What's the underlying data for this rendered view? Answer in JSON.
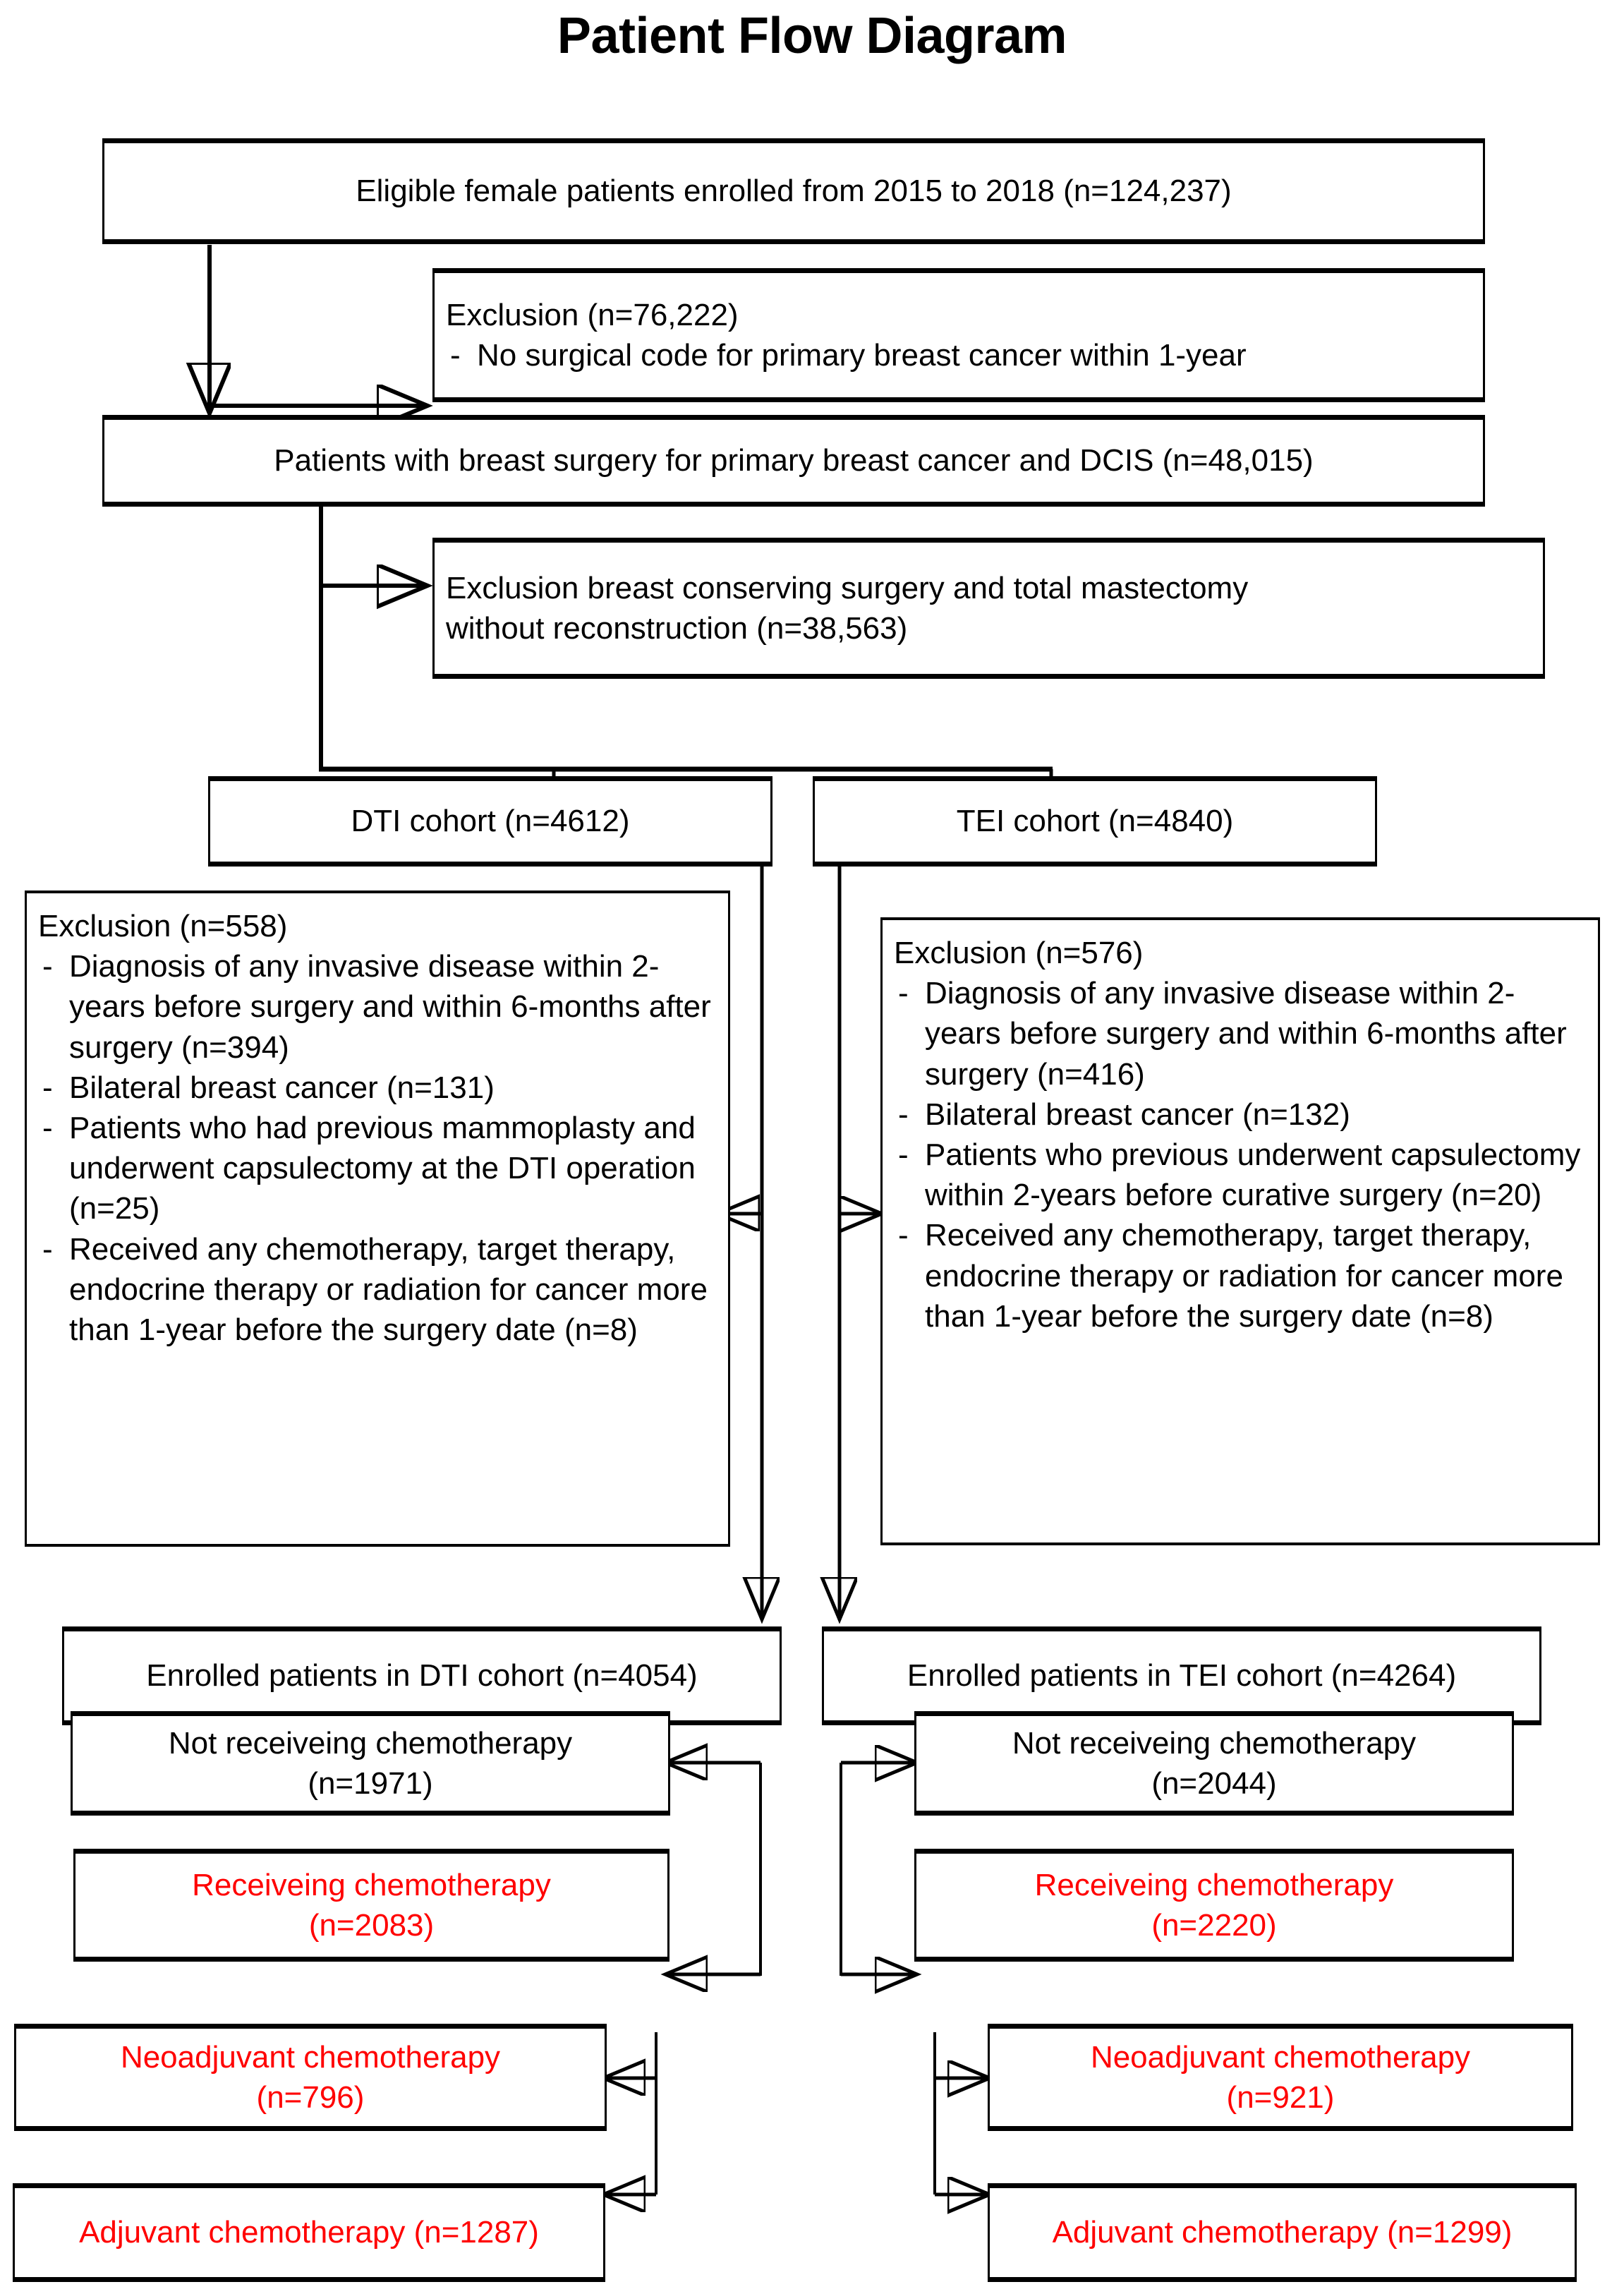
{
  "title": "Patient Flow Diagram",
  "colors": {
    "text": "#000000",
    "highlight": "#FF0000",
    "border": "#000000",
    "background": "#FFFFFF"
  },
  "nodes": {
    "eligible": "Eligible female patients enrolled from 2015 to 2018 (n=124,237)",
    "exclusion1_head": "Exclusion (n=76,222)",
    "exclusion1_items": [
      "No surgical code for primary breast cancer within 1-year"
    ],
    "breast_surgery": "Patients with breast surgery for primary breast cancer and DCIS (n=48,015)",
    "exclusion2_line1": "Exclusion breast conserving surgery and total mastectomy",
    "exclusion2_line2": "without reconstruction (n=38,563)",
    "dti_cohort": "DTI cohort (n=4612)",
    "tei_cohort": "TEI cohort (n=4840)",
    "dti_exclusion_head": "Exclusion (n=558)",
    "dti_exclusion_items": [
      "Diagnosis of any invasive disease within 2-years before surgery and within 6-months after surgery (n=394)",
      "Bilateral breast cancer (n=131)",
      "Patients who had previous mammoplasty and underwent capsulectomy at the DTI operation (n=25)",
      "Received any chemotherapy, target therapy, endocrine therapy or radiation for cancer more than 1-year before the surgery date (n=8)"
    ],
    "tei_exclusion_head": "Exclusion (n=576)",
    "tei_exclusion_items": [
      "Diagnosis of any invasive disease within 2-years before surgery and within 6-months after surgery (n=416)",
      "Bilateral breast cancer (n=132)",
      "Patients who previous underwent capsulectomy within 2-years before curative surgery (n=20)",
      "Received any chemotherapy, target therapy, endocrine therapy or radiation for cancer more than 1-year before the surgery date (n=8)"
    ],
    "dti_enrolled": "Enrolled patients in DTI cohort (n=4054)",
    "tei_enrolled": "Enrolled patients in TEI cohort (n=4264)",
    "dti_no_chemo_line1": "Not receiveing chemotherapy",
    "dti_no_chemo_line2": "(n=1971)",
    "tei_no_chemo_line1": "Not receiveing chemotherapy",
    "tei_no_chemo_line2": "(n=2044)",
    "dti_chemo_line1": "Receiveing chemotherapy",
    "dti_chemo_line2": "(n=2083)",
    "tei_chemo_line1": "Receiveing chemotherapy",
    "tei_chemo_line2": "(n=2220)",
    "dti_neoadj_line1": "Neoadjuvant chemotherapy",
    "dti_neoadj_line2": "(n=796)",
    "tei_neoadj_line1": "Neoadjuvant chemotherapy",
    "tei_neoadj_line2": "(n=921)",
    "dti_adj": "Adjuvant chemotherapy (n=1287)",
    "tei_adj": "Adjuvant chemotherapy (n=1299)"
  },
  "chart_data": {
    "type": "diagram",
    "title": "Patient Flow Diagram",
    "flow": [
      {
        "id": "eligible",
        "label": "Eligible female patients enrolled from 2015 to 2018",
        "n": 124237
      },
      {
        "id": "exclusion1",
        "label": "Exclusion - No surgical code for primary breast cancer within 1-year",
        "n": 76222
      },
      {
        "id": "breast_surgery",
        "label": "Patients with breast surgery for primary breast cancer and DCIS",
        "n": 48015
      },
      {
        "id": "exclusion2",
        "label": "Exclusion breast conserving surgery and total mastectomy without reconstruction",
        "n": 38563
      },
      {
        "id": "dti_cohort",
        "label": "DTI cohort",
        "n": 4612
      },
      {
        "id": "tei_cohort",
        "label": "TEI cohort",
        "n": 4840
      },
      {
        "id": "dti_exclusion",
        "label": "Exclusion (DTI)",
        "n": 558,
        "breakdown": [
          {
            "label": "Diagnosis of any invasive disease within 2-years before surgery and within 6-months after surgery",
            "n": 394
          },
          {
            "label": "Bilateral breast cancer",
            "n": 131
          },
          {
            "label": "Patients who had previous mammoplasty and underwent capsulectomy at the DTI operation",
            "n": 25
          },
          {
            "label": "Received any chemotherapy, target therapy, endocrine therapy or radiation for cancer more than 1-year before the surgery date",
            "n": 8
          }
        ]
      },
      {
        "id": "tei_exclusion",
        "label": "Exclusion (TEI)",
        "n": 576,
        "breakdown": [
          {
            "label": "Diagnosis of any invasive disease within 2-years before surgery and within 6-months after surgery",
            "n": 416
          },
          {
            "label": "Bilateral breast cancer",
            "n": 132
          },
          {
            "label": "Patients who previous underwent capsulectomy within 2-years before curative surgery",
            "n": 20
          },
          {
            "label": "Received any chemotherapy, target therapy, endocrine therapy or radiation for cancer more than 1-year before the surgery date",
            "n": 8
          }
        ]
      },
      {
        "id": "dti_enrolled",
        "label": "Enrolled patients in DTI cohort",
        "n": 4054
      },
      {
        "id": "tei_enrolled",
        "label": "Enrolled patients in TEI cohort",
        "n": 4264
      },
      {
        "id": "dti_no_chemo",
        "label": "Not receiveing chemotherapy (DTI)",
        "n": 1971
      },
      {
        "id": "tei_no_chemo",
        "label": "Not receiveing chemotherapy (TEI)",
        "n": 2044
      },
      {
        "id": "dti_chemo",
        "label": "Receiveing chemotherapy (DTI)",
        "n": 2083
      },
      {
        "id": "tei_chemo",
        "label": "Receiveing chemotherapy (TEI)",
        "n": 2220
      },
      {
        "id": "dti_neoadj",
        "label": "Neoadjuvant chemotherapy (DTI)",
        "n": 796
      },
      {
        "id": "tei_neoadj",
        "label": "Neoadjuvant chemotherapy (TEI)",
        "n": 921
      },
      {
        "id": "dti_adj",
        "label": "Adjuvant chemotherapy (DTI)",
        "n": 1287
      },
      {
        "id": "tei_adj",
        "label": "Adjuvant chemotherapy (TEI)",
        "n": 1299
      }
    ]
  }
}
